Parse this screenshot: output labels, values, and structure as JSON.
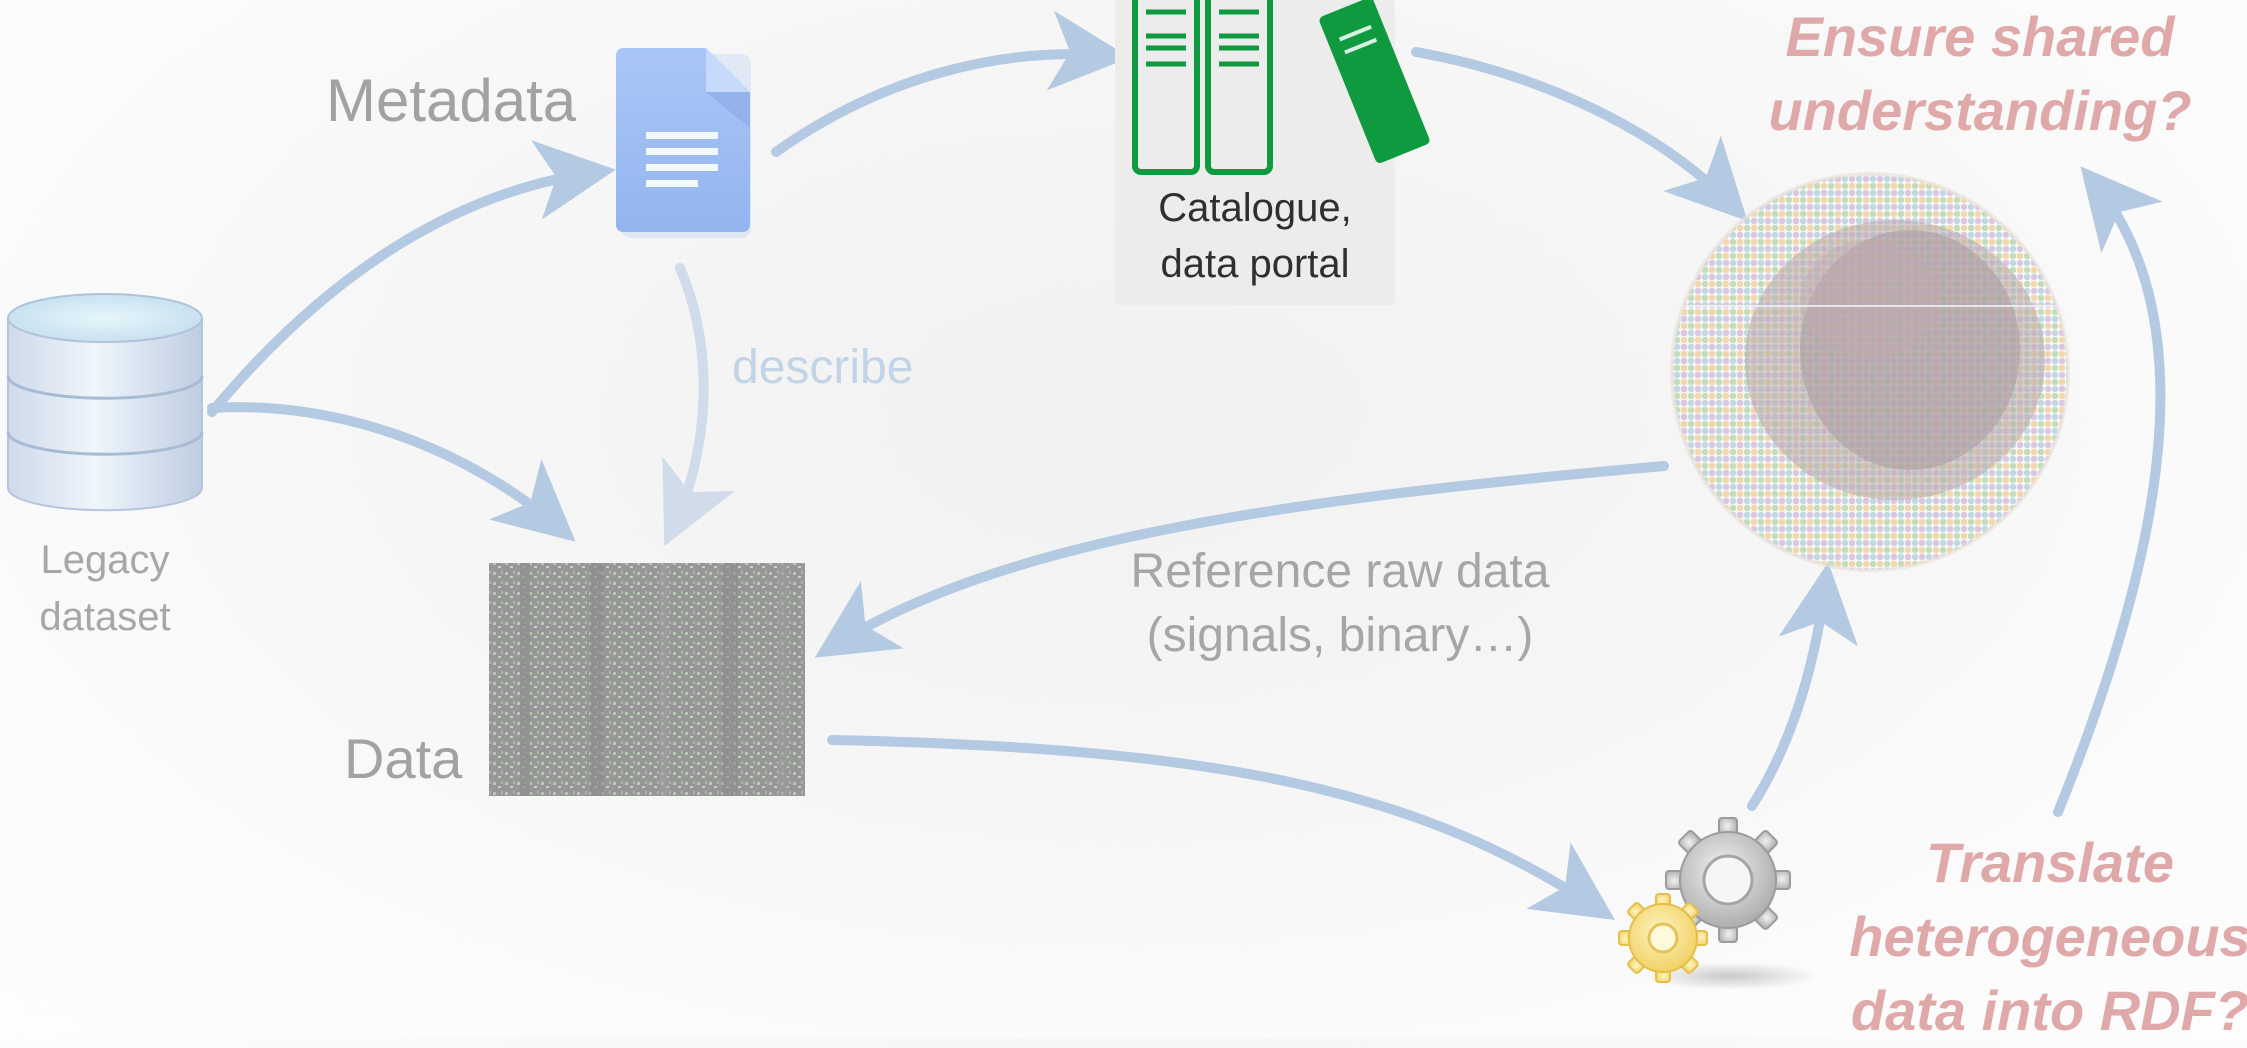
{
  "labels": {
    "metadata": "Metadata",
    "data": "Data",
    "legacy_line1": "Legacy",
    "legacy_line2": "dataset",
    "describe": "describe",
    "raw_line1": "Reference raw data",
    "raw_line2": "(signals, binary…)",
    "catalogue_line1": "Catalogue,",
    "catalogue_line2": "data portal"
  },
  "questions": {
    "shared_line1": "Ensure shared",
    "shared_line2": "understanding?",
    "translate_line1": "Translate",
    "translate_line2": "heterogeneous",
    "translate_line3": "data into RDF?"
  },
  "colors": {
    "arrow": "#b4c9e2",
    "arrow_faint": "#d0dcea",
    "question_text": "#e0a9a9",
    "book_green": "#0f9a3f",
    "document_blue": "#9fbdf2"
  },
  "icons": {
    "database": "database-cylinder-icon",
    "document": "document-icon",
    "books": "books-icon",
    "gears": "gears-icon",
    "graph": "network-graph-icon",
    "matrix": "raw-data-matrix-icon"
  }
}
